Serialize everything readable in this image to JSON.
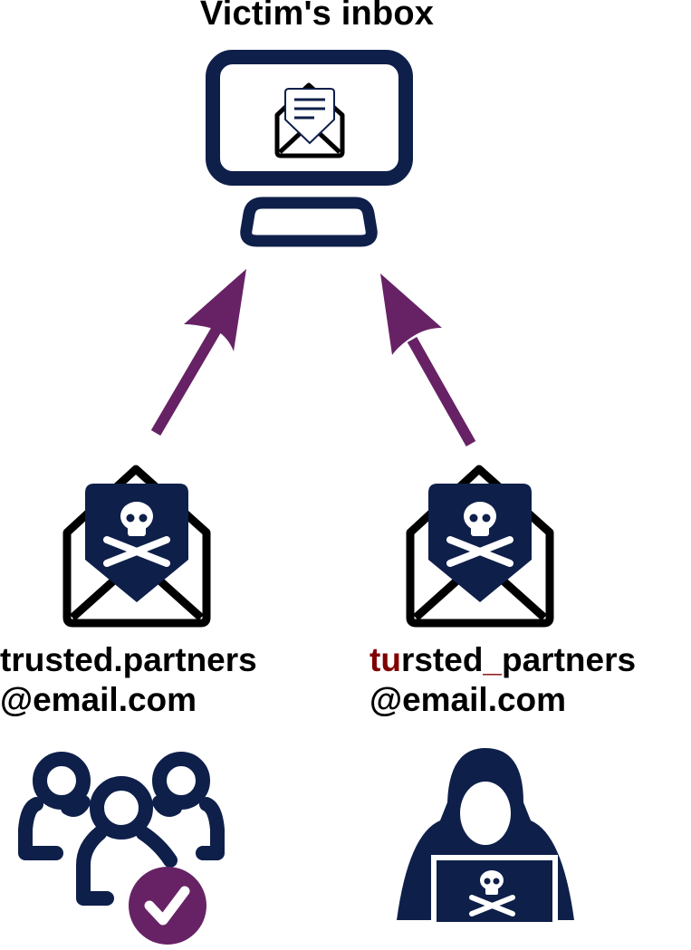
{
  "title": "Victim's inbox",
  "colors": {
    "navy": "#0e1f4a",
    "purple": "#672266",
    "highlight": "#800000",
    "black": "#000000",
    "white": "#ffffff"
  },
  "nodes": {
    "victim": {
      "icon": "computer-monitor-icon",
      "inner_icon": "open-envelope-letter-icon"
    },
    "legit_email": {
      "icon": "malicious-envelope-skull-icon"
    },
    "spoof_email": {
      "icon": "malicious-envelope-skull-icon"
    }
  },
  "senders": {
    "legitimate": {
      "line1": "trusted.partners",
      "line2": "@email.com",
      "icon": "trusted-group-check-icon"
    },
    "spoofed": {
      "line1_highlight": "tu",
      "line1_mid": "rsted",
      "line1_underscore": "_",
      "line1_rest": "partners",
      "line2": "@email.com",
      "icon": "hooded-hacker-laptop-icon"
    }
  },
  "arrows": [
    {
      "from": "legitimate-sender-email",
      "to": "victim-inbox"
    },
    {
      "from": "spoofed-sender-email",
      "to": "victim-inbox"
    }
  ]
}
